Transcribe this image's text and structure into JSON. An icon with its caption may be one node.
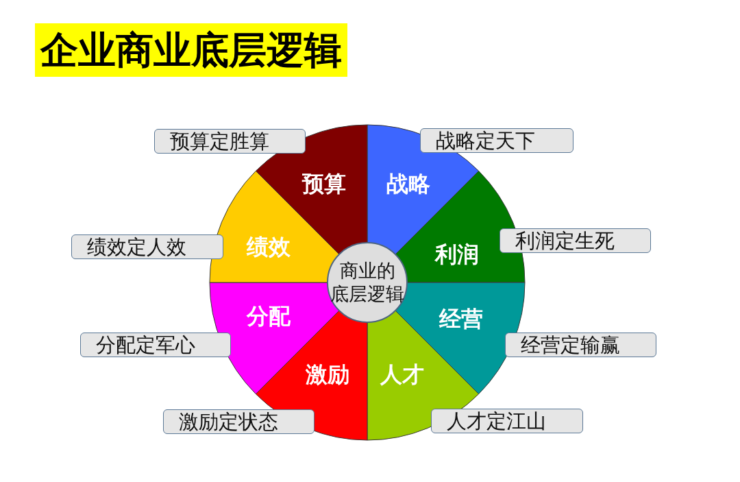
{
  "diagram": {
    "title": "企业商业底层逻辑",
    "nodes": [
      {
        "text": [
          "商业的底层逻辑"
        ]
      },
      {
        "text": [
          "战略"
        ]
      },
      {
        "text": [
          "利润"
        ]
      },
      {
        "text": [
          "经营"
        ]
      },
      {
        "text": [
          "人才"
        ]
      },
      {
        "text": [
          "激励"
        ]
      },
      {
        "text": [
          "分配"
        ]
      },
      {
        "text": [
          "绩效"
        ]
      },
      {
        "text": [
          "预算"
        ]
      },
      {
        "text": [
          "战略定天下"
        ]
      },
      {
        "text": [
          "利润定生死"
        ]
      },
      {
        "text": [
          "经营定输赢"
        ]
      },
      {
        "text": [
          "人才定江山"
        ]
      },
      {
        "text": [
          "激励定状态"
        ]
      },
      {
        "text": [
          "分配定军心"
        ]
      },
      {
        "text": [
          "绩效定人效"
        ]
      },
      {
        "text": [
          "预算定胜算"
        ]
      }
    ]
  }
}
